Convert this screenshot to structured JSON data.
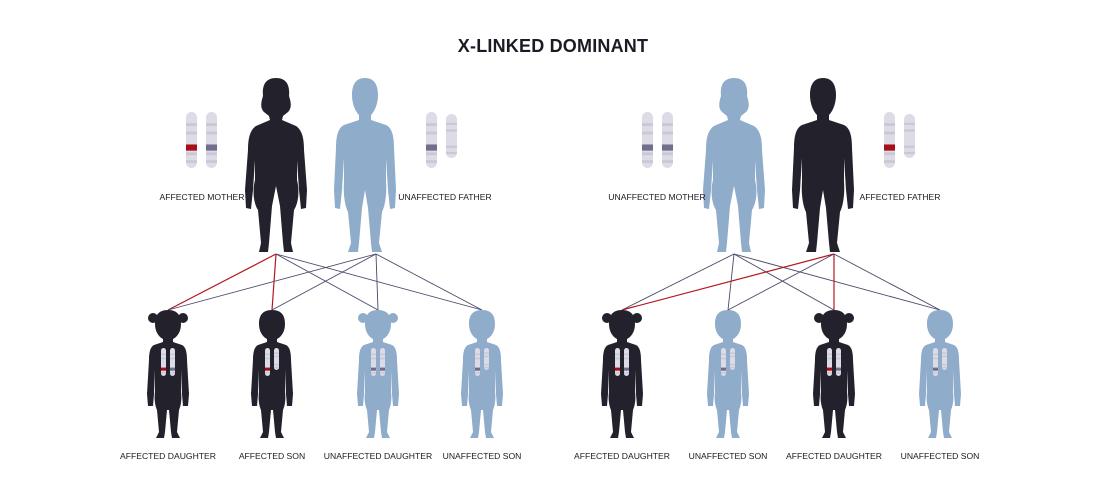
{
  "title": "X-LINKED DOMINANT",
  "colors": {
    "affected": "#23212b",
    "unaffected": "#8facca",
    "chromosome": "#dcdbe6",
    "chromosome_band": "#c9c8d6",
    "mutant_gene": "#a80e18",
    "normal_gene": "#6f6e8c",
    "affected_line": "#b4161e",
    "unaffected_line": "#4a4868"
  },
  "pedigrees": [
    {
      "parents": [
        {
          "label": "AFFECTED MOTHER",
          "sex": "female",
          "affected": true
        },
        {
          "label": "UNAFFECTED FATHER",
          "sex": "male",
          "affected": false
        }
      ],
      "children": [
        {
          "label": "AFFECTED DAUGHTER",
          "sex": "female",
          "affected": true
        },
        {
          "label": "AFFECTED SON",
          "sex": "male",
          "affected": true
        },
        {
          "label": "UNAFFECTED DAUGHTER",
          "sex": "female",
          "affected": false
        },
        {
          "label": "UNAFFECTED SON",
          "sex": "male",
          "affected": false
        }
      ]
    },
    {
      "parents": [
        {
          "label": "UNAFFECTED MOTHER",
          "sex": "female",
          "affected": false
        },
        {
          "label": "AFFECTED FATHER",
          "sex": "male",
          "affected": true
        }
      ],
      "children": [
        {
          "label": "AFFECTED DAUGHTER",
          "sex": "female",
          "affected": true
        },
        {
          "label": "UNAFFECTED SON",
          "sex": "male",
          "affected": false
        },
        {
          "label": "AFFECTED DAUGHTER",
          "sex": "female",
          "affected": true
        },
        {
          "label": "UNAFFECTED SON",
          "sex": "male",
          "affected": false
        }
      ]
    }
  ]
}
